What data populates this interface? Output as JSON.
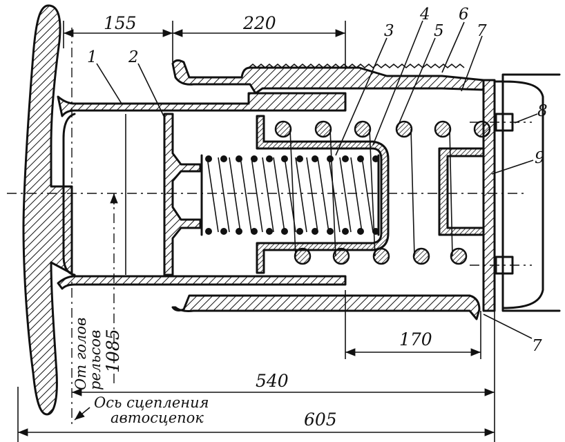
{
  "dimensions": {
    "d155": "155",
    "d220": "220",
    "d170": "170",
    "d540": "540",
    "d605": "605",
    "d1085": "1085"
  },
  "callouts": {
    "n1": "1",
    "n2": "2",
    "n3": "3",
    "n4": "4",
    "n5": "5",
    "n6": "6",
    "n7_top": "7",
    "n7_bottom": "7",
    "n8": "8",
    "n9": "9"
  },
  "annotations": {
    "rail_line1": "От голов",
    "rail_line2": "рельсов",
    "coupling_axis_line1": "Ось сцепления",
    "coupling_axis_line2": "автосцепок"
  }
}
